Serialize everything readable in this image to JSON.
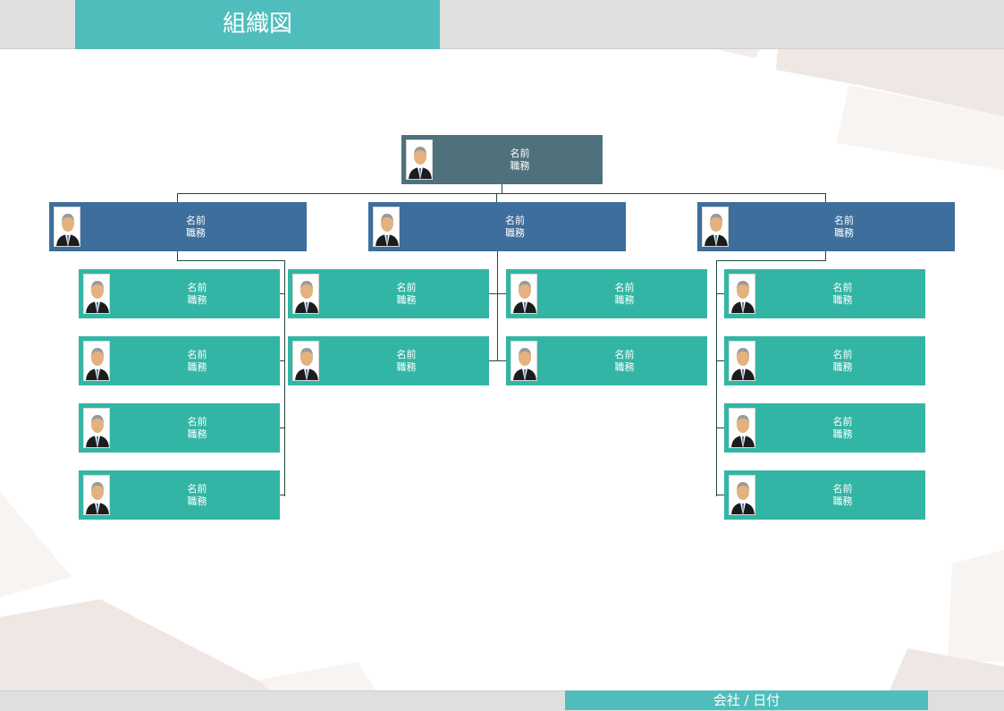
{
  "header": {
    "title": "組織図"
  },
  "footer": {
    "text": "会社 / 日付"
  },
  "colors": {
    "header": "#50bdbd",
    "top": "#4e717b",
    "level2": "#3d6e9c",
    "level3": "#33b5a5"
  },
  "chart": {
    "top": {
      "name": "名前",
      "role": "職務"
    },
    "managers": [
      {
        "name": "名前",
        "role": "職務",
        "reports": [
          {
            "name": "名前",
            "role": "職務"
          },
          {
            "name": "名前",
            "role": "職務"
          },
          {
            "name": "名前",
            "role": "職務"
          },
          {
            "name": "名前",
            "role": "職務"
          }
        ]
      },
      {
        "name": "名前",
        "role": "職務",
        "reports": [
          {
            "name": "名前",
            "role": "職務"
          },
          {
            "name": "名前",
            "role": "職務"
          },
          {
            "name": "名前",
            "role": "職務"
          },
          {
            "name": "名前",
            "role": "職務"
          }
        ]
      },
      {
        "name": "名前",
        "role": "職務",
        "reports": [
          {
            "name": "名前",
            "role": "職務"
          },
          {
            "name": "名前",
            "role": "職務"
          },
          {
            "name": "名前",
            "role": "職務"
          },
          {
            "name": "名前",
            "role": "職務"
          }
        ]
      }
    ]
  }
}
